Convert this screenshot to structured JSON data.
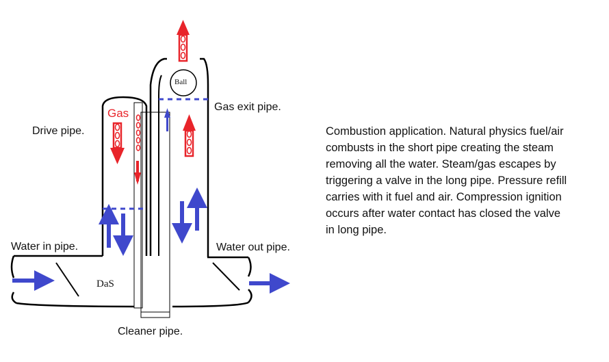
{
  "labels": {
    "drive_pipe": "Drive pipe.",
    "gas_exit_pipe": "Gas exit pipe.",
    "water_in_pipe": "Water in pipe.",
    "water_out_pipe": "Water out pipe.",
    "cleaner_pipe": "Cleaner pipe.",
    "gas": "Gas",
    "ball": "Ball",
    "das": "DaS"
  },
  "description": "Combustion application. Natural physics fuel/air combusts in the short pipe creating the steam removing all the water. Steam/gas escapes by triggering a valve in the long pipe. Pressure refill carries with it fuel and air. Compression ignition occurs after water contact has closed the valve in long pipe.",
  "colors": {
    "outline": "#000000",
    "red_arrow": "#e8242a",
    "blue_arrow": "#3f48cc",
    "dashed_line": "#3f48cc",
    "bubble": "#e8242a"
  },
  "icons": {
    "flow_up": "red-up-arrow",
    "flow_down": "red-down-arrow",
    "water_flow": "blue-arrow"
  }
}
